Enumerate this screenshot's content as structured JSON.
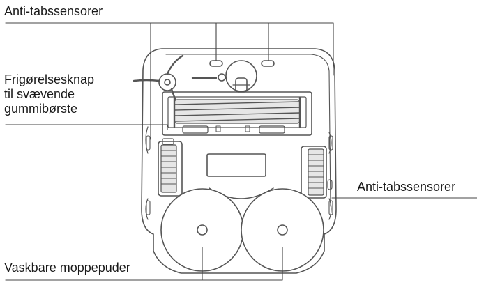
{
  "labels": {
    "cliff_sensors_top": "Anti-tabssensorer",
    "release_button_lines": [
      "Frigørelsesknap",
      "til svævende",
      "gummibørste"
    ],
    "cliff_sensors_right": "Anti-tabssensorer",
    "mop_pads": "Vaskbare moppepuder"
  },
  "colors": {
    "outline": "#555555",
    "text": "#1a1a1a",
    "leader": "#444444",
    "fill": "#ffffff",
    "shade": "#e6e6e6"
  }
}
